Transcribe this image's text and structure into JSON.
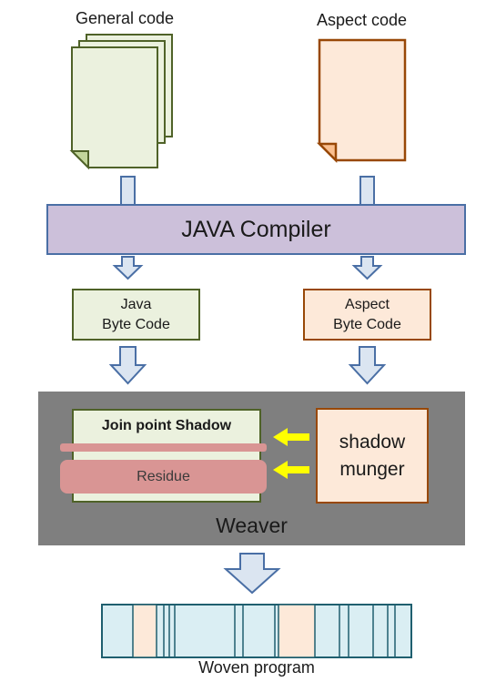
{
  "labels": {
    "general_code": "General code",
    "aspect_code": "Aspect code",
    "compiler": "JAVA Compiler",
    "java_bytecode_line1": "Java",
    "java_bytecode_line2": "Byte Code",
    "aspect_bytecode_line1": "Aspect",
    "aspect_bytecode_line2": "Byte Code",
    "join_point_shadow": "Join point  Shadow",
    "residue": "Residue",
    "shadow_munger_line1": "shadow",
    "shadow_munger_line2": "munger",
    "weaver": "Weaver",
    "woven_program": "Woven program"
  },
  "colors": {
    "general_fill": "#ebf1de",
    "general_border": "#4f6228",
    "aspect_fill": "#fde9d9",
    "aspect_border": "#984807",
    "compiler_fill": "#ccc0da",
    "arrow_fill": "#dbe5f1",
    "arrow_border": "#4a6fa5",
    "weaver_bg": "#7f7f7f",
    "residue_fill": "#d99594",
    "yellow_arrow": "#ffff00",
    "woven_blue": "#daeef3",
    "woven_peach": "#fde9d9",
    "woven_border": "#1f5f6f"
  }
}
